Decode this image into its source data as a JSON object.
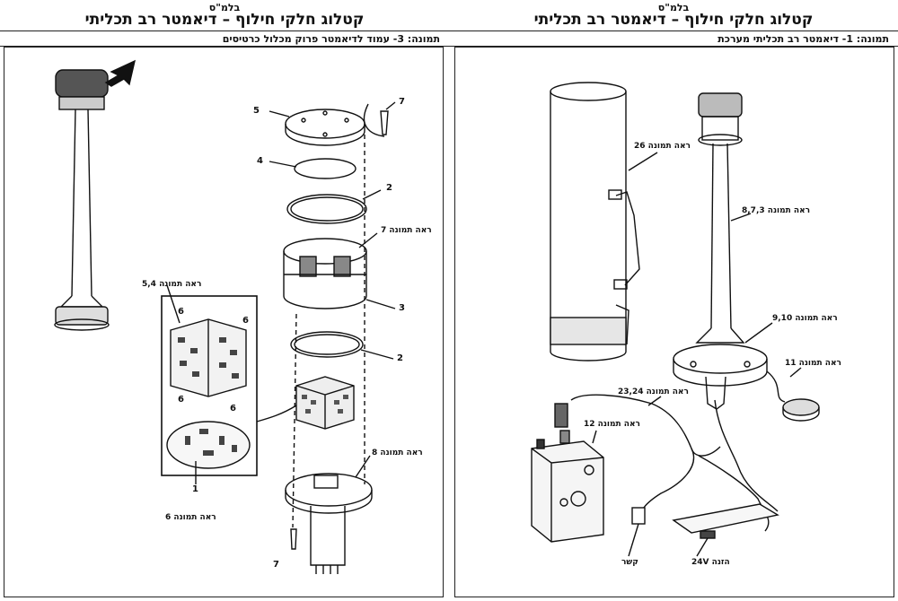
{
  "left_page": {
    "classification": "בלמ\"ס",
    "title": "קטלוג חלקי חילוף – דיאמטר רב תכליתי",
    "caption": "תמונה: 3- עמוד לדיאמטר פרוק מכלול כרטיסים",
    "callouts": {
      "n5": "5",
      "n4": "4",
      "n7a": "7",
      "n2a": "2",
      "n3": "3",
      "n2b": "2",
      "n6a": "6",
      "n6b": "6",
      "n6c": "6",
      "n6d": "6",
      "n1": "1",
      "n7b": "7",
      "see7": "ראה תמונה 7",
      "see54": "ראה תמונה 5,4",
      "see8": "ראה תמונה 8",
      "see6": "ראה תמונה 6"
    }
  },
  "right_page": {
    "classification": "בלמ\"ס",
    "title": "קטלוג חלקי חילוף – דיאמטר רב תכליתי",
    "caption": "תמונה: 1- דיאמטר רב תכליתי מערכת",
    "callouts": {
      "see26": "ראה תמונה 26",
      "see873": "ראה תמונה 8,7,3",
      "see910": "ראה תמונה 9,10",
      "see11": "ראה תמונה 11",
      "see2324": "ראה תמונה 23,24",
      "see12": "ראה תמונה 12",
      "link": "קשר",
      "power": "הזנה 24V"
    }
  }
}
